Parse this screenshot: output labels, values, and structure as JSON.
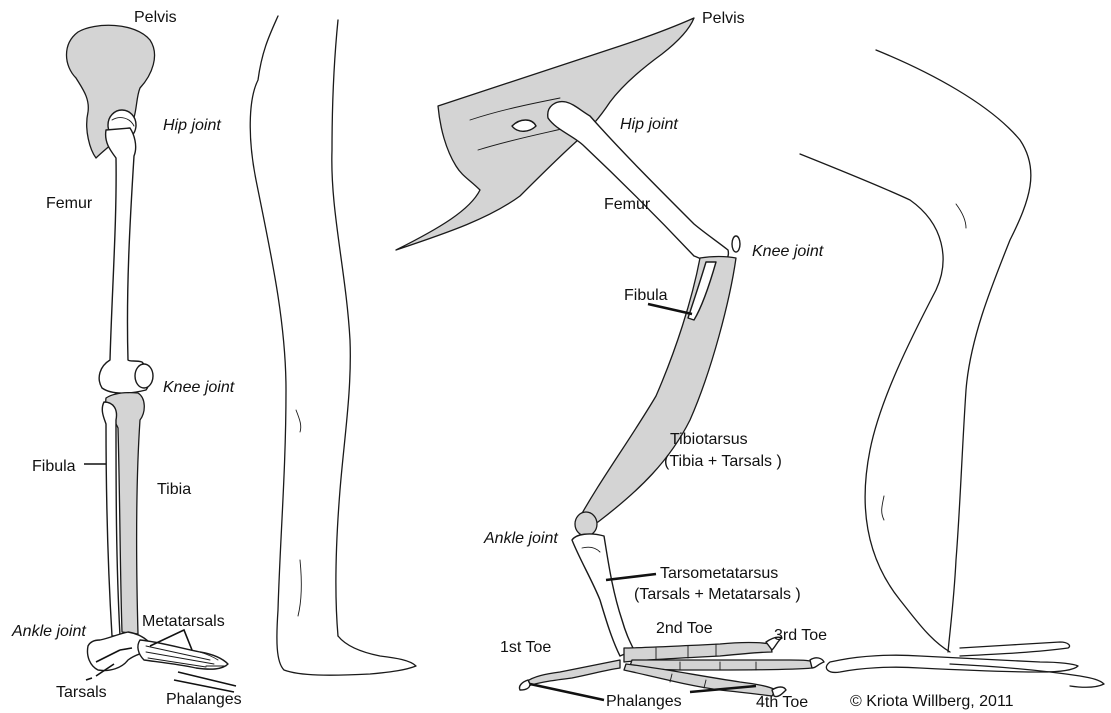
{
  "human": {
    "pelvis": "Pelvis",
    "hip_joint": "Hip joint",
    "femur": "Femur",
    "knee_joint": "Knee joint",
    "fibula": "Fibula",
    "tibia": "Tibia",
    "ankle_joint": "Ankle joint",
    "metatarsals": "Metatarsals",
    "tarsals": "Tarsals",
    "phalanges": "Phalanges"
  },
  "bird": {
    "pelvis": "Pelvis",
    "hip_joint": "Hip joint",
    "femur": "Femur",
    "knee_joint": "Knee joint",
    "fibula": "Fibula",
    "tibiotarsus": "Tibiotarsus",
    "tibiotarsus_note": "(Tibia + Tarsals )",
    "ankle_joint": "Ankle joint",
    "tarsometatarsus": "Tarsometatarsus",
    "tarsometatarsus_note": "(Tarsals + Metatarsals )",
    "toe_1": "1st Toe",
    "toe_2": "2nd Toe",
    "toe_3": "3rd Toe",
    "toe_4": "4th Toe",
    "phalanges": "Phalanges"
  },
  "credit": "© Kriota Willberg, 2011",
  "colors": {
    "ink": "#1a1a1a",
    "bone_fill": "#ffffff",
    "shade_fill": "#d4d4d4"
  }
}
